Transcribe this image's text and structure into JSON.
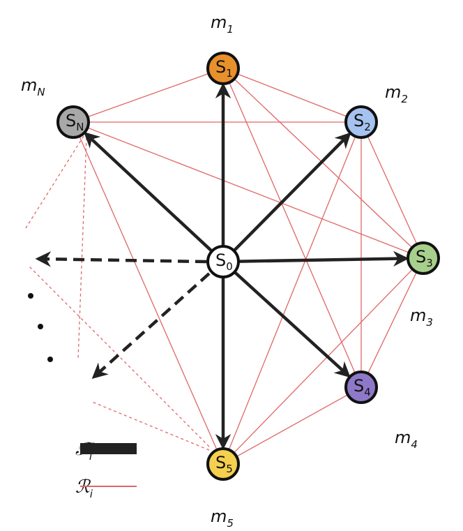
{
  "colors": {
    "transmission": "#222222",
    "relation": "#e06666",
    "node_stroke": "#111111"
  },
  "center": {
    "letter": "S",
    "sub": "0",
    "fill": "#ffffff"
  },
  "nodes": [
    {
      "id": "s1",
      "letter": "S",
      "sub": "1",
      "fill": "#e8902c",
      "mass": "m",
      "mass_sub": "1"
    },
    {
      "id": "s2",
      "letter": "S",
      "sub": "2",
      "fill": "#a6c2f0",
      "mass": "m",
      "mass_sub": "2"
    },
    {
      "id": "s3",
      "letter": "S",
      "sub": "3",
      "fill": "#a8d08d",
      "mass": "m",
      "mass_sub": "3"
    },
    {
      "id": "s4",
      "letter": "S",
      "sub": "4",
      "fill": "#8e79c8",
      "mass": "m",
      "mass_sub": "4"
    },
    {
      "id": "s5",
      "letter": "S",
      "sub": "5",
      "fill": "#f5d04f",
      "mass": "m",
      "mass_sub": "5"
    },
    {
      "id": "sN",
      "letter": "S",
      "sub": "N",
      "fill": "#a8a8a8",
      "mass": "m",
      "mass_sub": "N"
    }
  ],
  "ellipsis": "•••",
  "legend": {
    "transmission_label": "𝒯",
    "transmission_sub": "i",
    "relation_label": "ℛ",
    "relation_sub": "i"
  }
}
